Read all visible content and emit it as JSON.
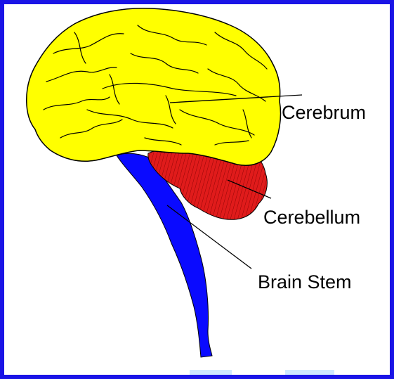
{
  "labels": {
    "cerebrum": "Cerebrum",
    "cerebellum": "Cerebellum",
    "brain_stem": "Brain Stem"
  },
  "colors": {
    "frame": "#1a14e6",
    "cerebrum": "#ffff00",
    "cerebellum": "#e01b1b",
    "brain_stem": "#0a0aff",
    "outline": "#000000"
  }
}
